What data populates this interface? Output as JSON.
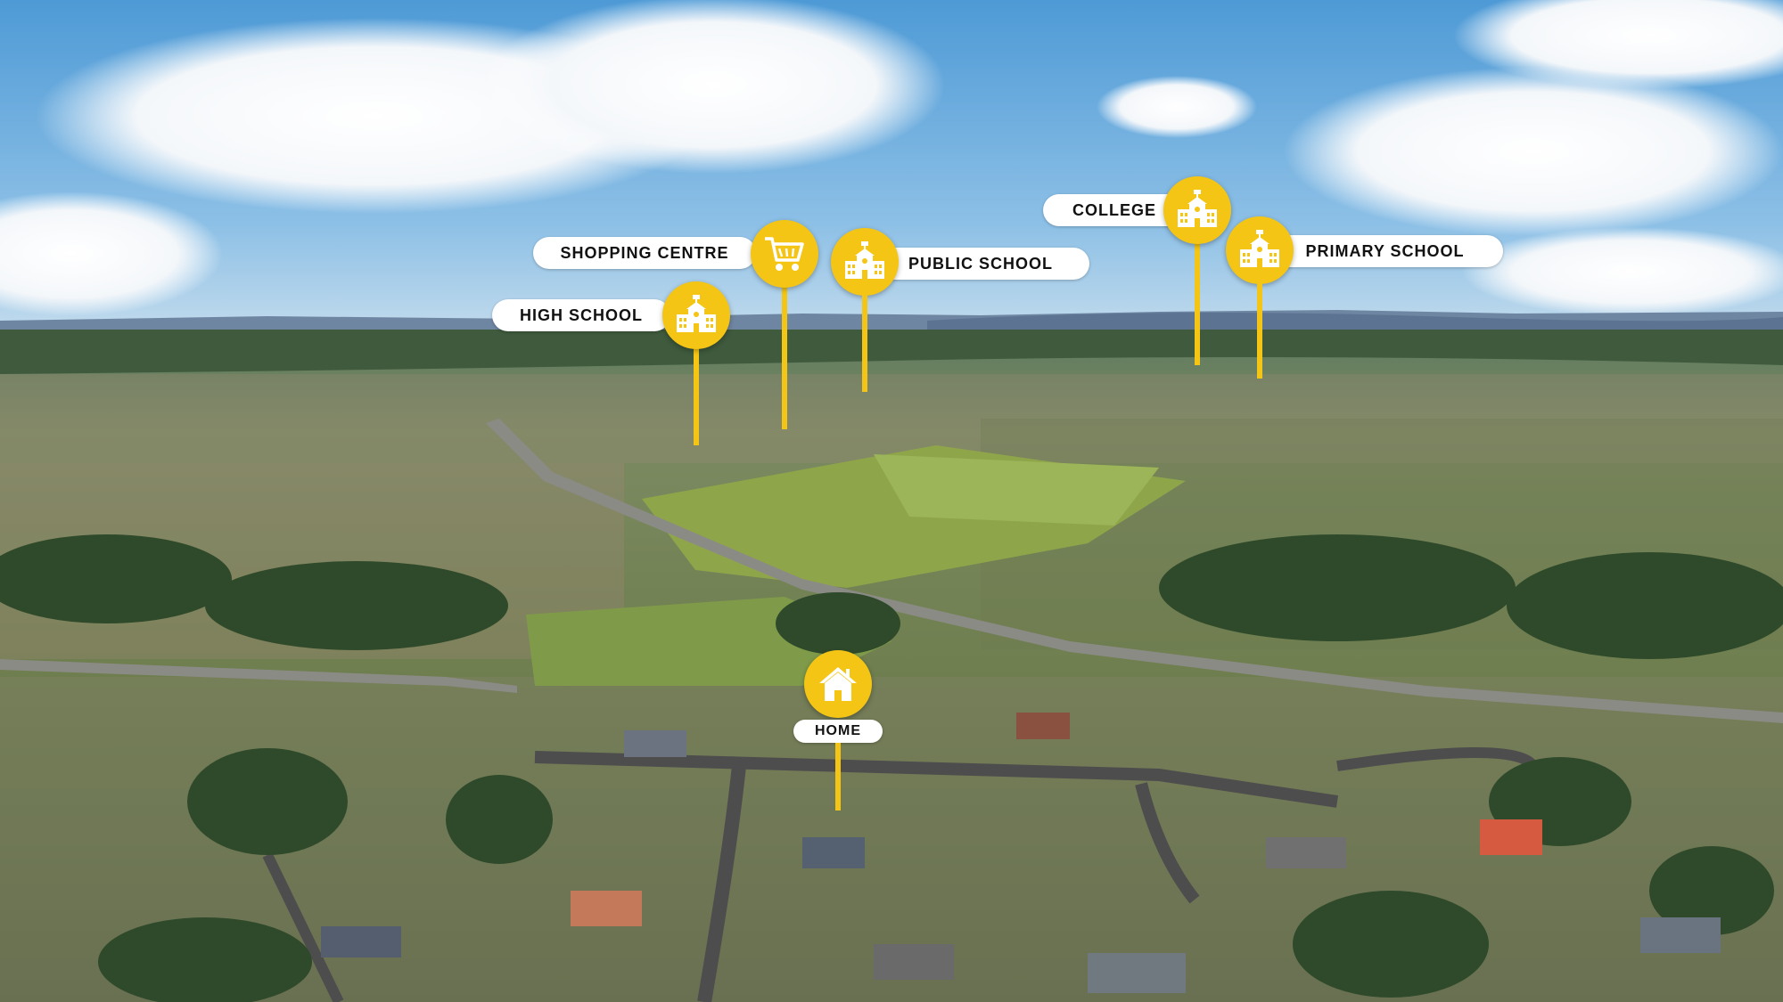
{
  "markers": [
    {
      "id": "high-school",
      "label": "HIGH SCHOOL",
      "icon": "school-icon"
    },
    {
      "id": "shopping-centre",
      "label": "SHOPPING CENTRE",
      "icon": "shopping-cart-icon"
    },
    {
      "id": "public-school",
      "label": "PUBLIC SCHOOL",
      "icon": "school-icon"
    },
    {
      "id": "college",
      "label": "COLLEGE",
      "icon": "school-icon"
    },
    {
      "id": "primary-school",
      "label": "PRIMARY SCHOOL",
      "icon": "school-icon"
    },
    {
      "id": "home",
      "label": "HOME",
      "icon": "house-icon"
    }
  ],
  "colors": {
    "accent": "#f4c514",
    "label_bg": "#ffffff",
    "label_text": "#111111"
  }
}
